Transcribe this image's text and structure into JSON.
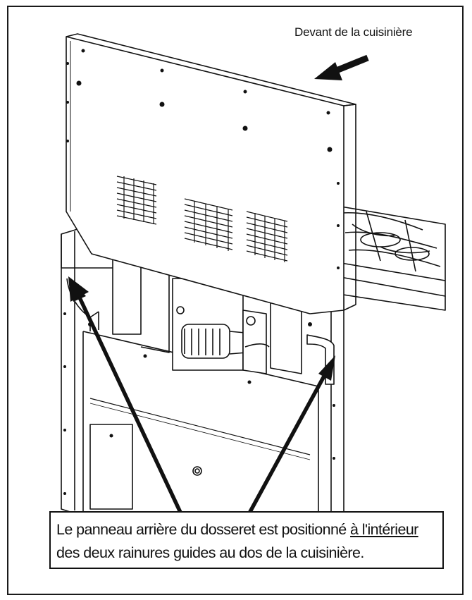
{
  "front_label": "Devant de la cuisinière",
  "caption": {
    "line1_before": "Le panneau arrière du dosseret est positionné ",
    "line1_underlined": "à l'intérieur",
    "line2": "des deux rainures guides au dos de la cuisinière."
  },
  "icons": [
    "front-direction-arrow-icon",
    "pointer-arrow-left-icon",
    "pointer-arrow-right-icon"
  ],
  "colors": {
    "line": "#111111",
    "background": "#ffffff"
  }
}
